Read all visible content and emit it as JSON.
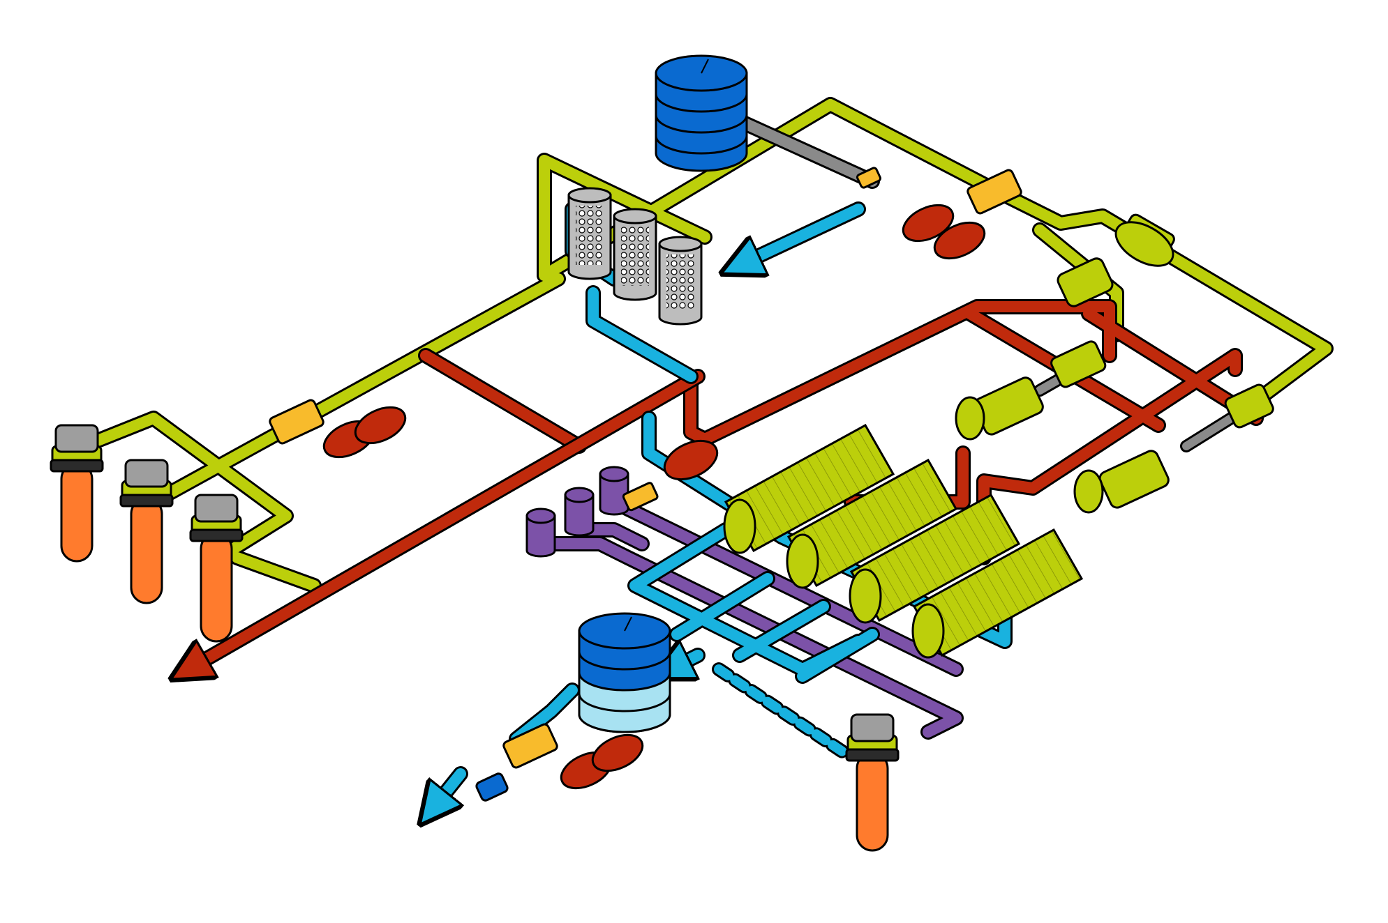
{
  "diagram": {
    "title": "",
    "labels": [],
    "colors": {
      "green_pipe": "#bccf0b",
      "red_pipe": "#c02a0c",
      "cyan_pipe": "#19b2df",
      "purple_pipe": "#7c52a8",
      "gray_pipe": "#8a8a8a",
      "orange_well": "#ff7b2d",
      "blue_tank": "#0a6ad0",
      "light_blue_tank": "#a8e2f2",
      "yellow_manifold": "#f8bb2c",
      "outline": "#000000"
    },
    "components": {
      "tanks": [
        "top-storage-tank",
        "bottom-storage-tank"
      ],
      "filters": [
        "cartridge-filter-1",
        "cartridge-filter-2",
        "cartridge-filter-3"
      ],
      "pressure_vessels": [
        "membrane-vessel-1",
        "membrane-vessel-2",
        "membrane-vessel-3",
        "membrane-vessel-4"
      ],
      "pumps": [
        "high-pressure-pump-1",
        "high-pressure-pump-2",
        "booster-pump"
      ],
      "wells": [
        "well-1",
        "well-2",
        "well-3",
        "well-4"
      ],
      "dosing_units": [
        "chemical-dosing-unit-1",
        "chemical-dosing-unit-2",
        "chemical-dosing-unit-3"
      ],
      "vessels": [
        "purple-vessel-1",
        "purple-vessel-2",
        "purple-vessel-3"
      ]
    }
  }
}
